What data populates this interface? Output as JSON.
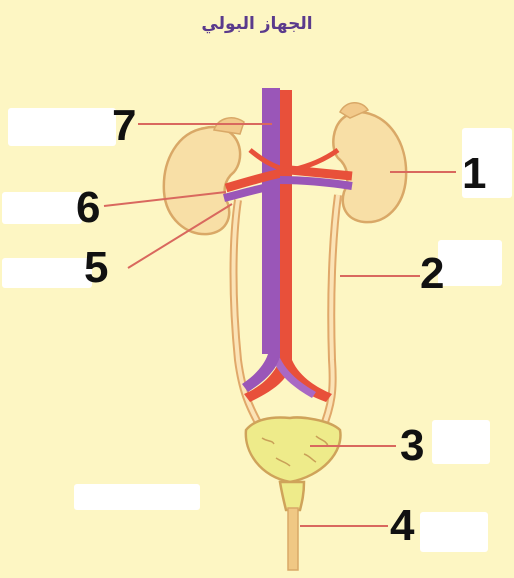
{
  "diagram": {
    "title": "الجهاز البولي",
    "labels": [
      "1",
      "2",
      "3",
      "4",
      "5",
      "6",
      "7"
    ]
  },
  "colors": {
    "background": "#fdf6c3",
    "kidney": "#f8dfa6",
    "artery": "#e8503a",
    "vein": "#9a56b8",
    "bladder": "#eeeb8a",
    "ureter": "#f0c884",
    "leader": "#d9685e"
  }
}
